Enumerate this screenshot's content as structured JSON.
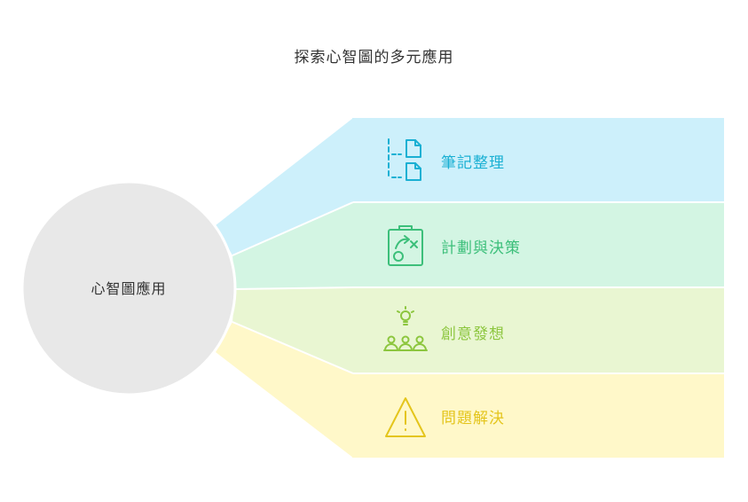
{
  "title": "探索心智圖的多元應用",
  "center": {
    "label": "心智圖應用"
  },
  "branches": [
    {
      "label": "筆記整理",
      "icon": "notes-files-icon",
      "fill": "#cdf0fb",
      "color": "#1ab0d3"
    },
    {
      "label": "計劃與決策",
      "icon": "strategy-clipboard-icon",
      "fill": "#d3f5e3",
      "color": "#3cbf7a"
    },
    {
      "label": "創意發想",
      "icon": "idea-team-icon",
      "fill": "#e9f6d2",
      "color": "#8cc63e"
    },
    {
      "label": "問題解決",
      "icon": "warning-triangle-icon",
      "fill": "#fff8c9",
      "color": "#e4c51c"
    }
  ],
  "colors": {
    "circle": "#e8e8e8",
    "text": "#333333"
  }
}
